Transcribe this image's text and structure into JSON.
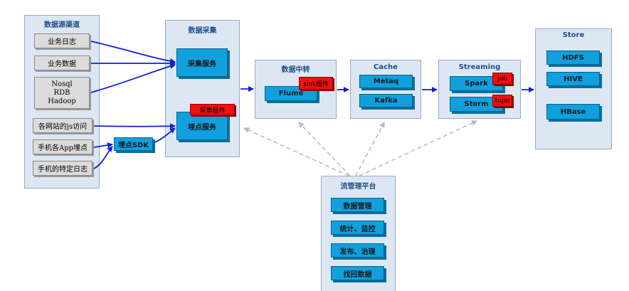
{
  "sources": {
    "title": "数据源渠道",
    "business_log": "业务日志",
    "business_data": "业务数据",
    "nosql_lines": [
      "Nosql",
      "RDB",
      "Hadoop"
    ],
    "site_js": "各网站的js访问",
    "app_tracking": "手机各App埋点",
    "app_specific_log": "手机的特定日志"
  },
  "sdk": {
    "label": "埋点SDK"
  },
  "collection": {
    "title": "数据采集",
    "collect_service": "采集服务",
    "tracking_service": "埋点服务",
    "component_tag": "采集组件"
  },
  "relay": {
    "title": "数据中转",
    "flume": "Flume",
    "sink_tag": "sink组件"
  },
  "cache": {
    "title": "Cache",
    "metaq": "Metaq",
    "kafka": "Kafka"
  },
  "streaming": {
    "title": "Streaming",
    "spark": "Spark",
    "storm": "Storm",
    "job_tag": "job",
    "topo_tag": "topo"
  },
  "store": {
    "title": "Store",
    "hdfs": "HDFS",
    "hive": "HIVE",
    "hbase": "HBase"
  },
  "management": {
    "title": "流管理平台",
    "items": [
      "数据管理",
      "统计、监控",
      "发布、治理",
      "找回数据"
    ]
  },
  "colors": {
    "panel": "#dde7f3",
    "box": "#0fa0dd",
    "tag": "#ee1111",
    "arrow": "#1020d0",
    "dashed": "#b8b8b8"
  }
}
